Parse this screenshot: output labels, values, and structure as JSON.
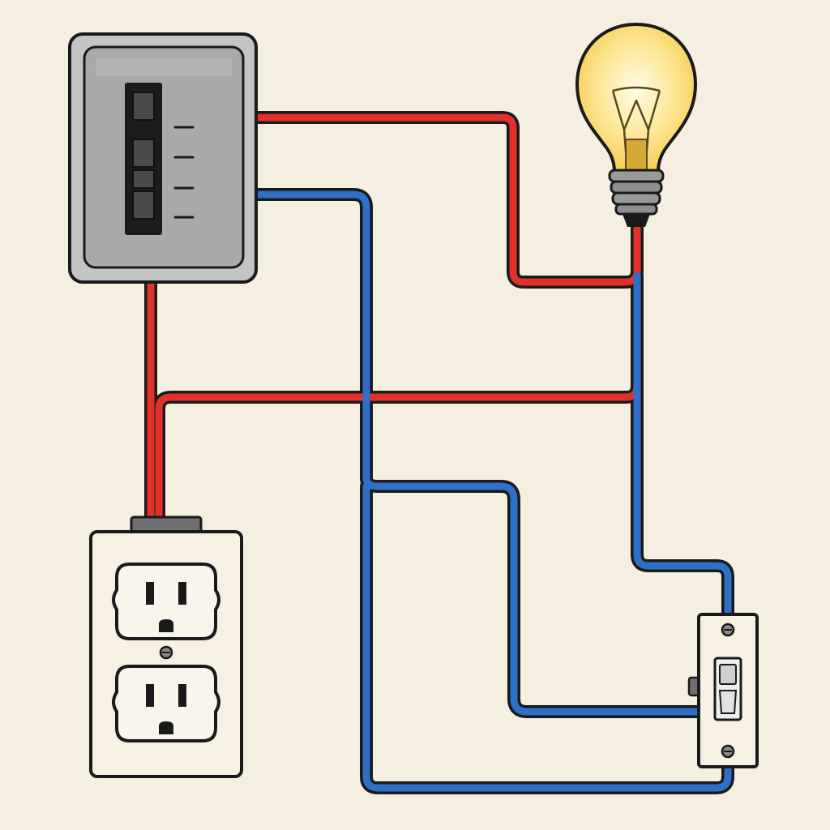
{
  "diagram": {
    "components": [
      {
        "id": "breaker_panel",
        "kind": "panel",
        "icon": "breaker-panel-icon"
      },
      {
        "id": "light_bulb",
        "kind": "lamp",
        "icon": "light-bulb-icon"
      },
      {
        "id": "outlet",
        "kind": "duplex-receptacle",
        "icon": "outlet-icon"
      },
      {
        "id": "switch",
        "kind": "toggle-switch",
        "icon": "light-switch-icon"
      }
    ],
    "wires": [
      {
        "id": "hot_panel_to_bulb",
        "color_name": "red",
        "from": "breaker_panel",
        "to": "light_bulb"
      },
      {
        "id": "hot_panel_to_outlet",
        "color_name": "red",
        "from": "breaker_panel",
        "to": "outlet"
      },
      {
        "id": "hot_outlet_branch",
        "color_name": "red",
        "from": "outlet",
        "to": "light_bulb"
      },
      {
        "id": "neutral_panel_to_switch",
        "color_name": "blue",
        "from": "breaker_panel",
        "to": "switch"
      },
      {
        "id": "neutral_bulb_to_switch",
        "color_name": "blue",
        "from": "light_bulb",
        "to": "switch"
      },
      {
        "id": "neutral_switch_return",
        "color_name": "blue",
        "from": "switch",
        "to": "breaker_panel"
      }
    ]
  },
  "colors": {
    "background": "#f5efe2",
    "hot_wire": "#e0312b",
    "neutral_wire": "#2f6fc8",
    "outline": "#1a1a1a",
    "panel_gray": "#b9b9b9",
    "panel_inner": "#a8a8a8",
    "bulb_yellow": "#fbe184",
    "bulb_glow": "#fff3c0",
    "outlet_plate": "#f6f1e2",
    "switch_plate": "#f6f1e2"
  }
}
